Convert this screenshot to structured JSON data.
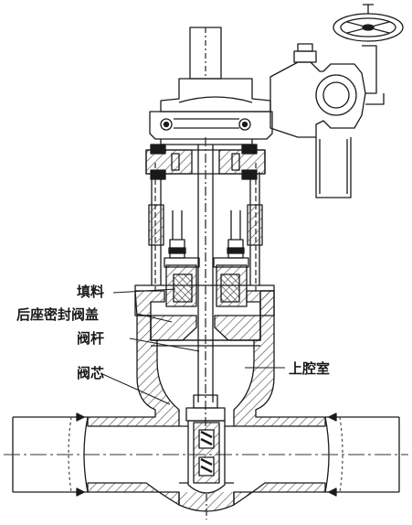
{
  "labels": {
    "packing": "填料",
    "back_seat_seal_bonnet": "后座密封阀盖",
    "stem": "阀杆",
    "disc": "阀芯",
    "upper_cavity": "上腔室"
  },
  "colors": {
    "line": "#1a1a1a",
    "hatch": "#555555",
    "background": "#ffffff"
  }
}
